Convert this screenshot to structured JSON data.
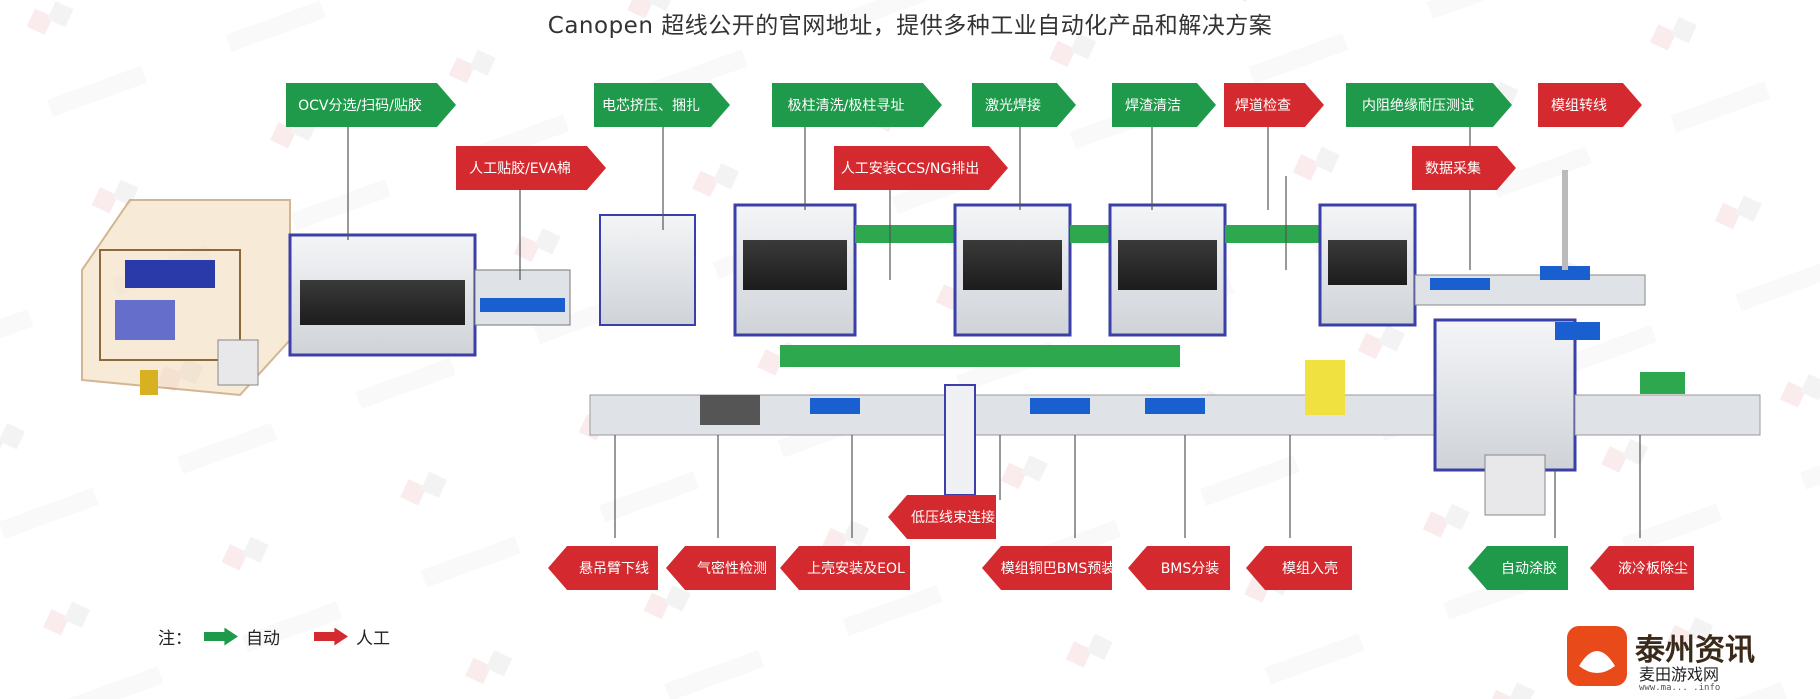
{
  "title": "Canopen 超线公开的官网地址，提供多种工业自动化产品和解决方案",
  "colors": {
    "auto": "#1f9a4b",
    "manual": "#d42a2f",
    "frame": "#3b3fa8",
    "deck": "#2ea84f"
  },
  "top_row": [
    {
      "label": "OCV分选/扫码/贴胶",
      "kind": "auto"
    },
    {
      "label": "电芯挤压、捆扎",
      "kind": "auto"
    },
    {
      "label": "极柱清洗/极柱寻址",
      "kind": "auto"
    },
    {
      "label": "激光焊接",
      "kind": "auto"
    },
    {
      "label": "焊渣清洁",
      "kind": "auto"
    },
    {
      "label": "焊道检查",
      "kind": "manual"
    },
    {
      "label": "内阻绝缘耐压测试",
      "kind": "auto"
    },
    {
      "label": "模组转线",
      "kind": "manual"
    }
  ],
  "second_row": [
    {
      "label": "人工贴胶/EVA棉",
      "kind": "manual"
    },
    {
      "label": "人工安装CCS/NG排出",
      "kind": "manual"
    },
    {
      "label": "数据采集",
      "kind": "manual"
    }
  ],
  "middle": {
    "label": "低压线束连接",
    "kind": "manual"
  },
  "bottom_row": [
    {
      "label": "悬吊臂下线",
      "kind": "manual"
    },
    {
      "label": "气密性检测",
      "kind": "manual"
    },
    {
      "label": "上壳安装及EOL",
      "kind": "manual"
    },
    {
      "label": "模组铜巴BMS预装",
      "kind": "manual"
    },
    {
      "label": "BMS分装",
      "kind": "manual"
    },
    {
      "label": "模组入壳",
      "kind": "manual"
    },
    {
      "label": "自动涂胶",
      "kind": "auto"
    },
    {
      "label": "液冷板除尘",
      "kind": "manual"
    }
  ],
  "legend": {
    "prefix": "注：",
    "auto": "自动",
    "manual": "人工"
  },
  "watermark": {
    "main": "泰州资讯",
    "sub": "麦田游戏网",
    "url": "www.ma... .info"
  }
}
